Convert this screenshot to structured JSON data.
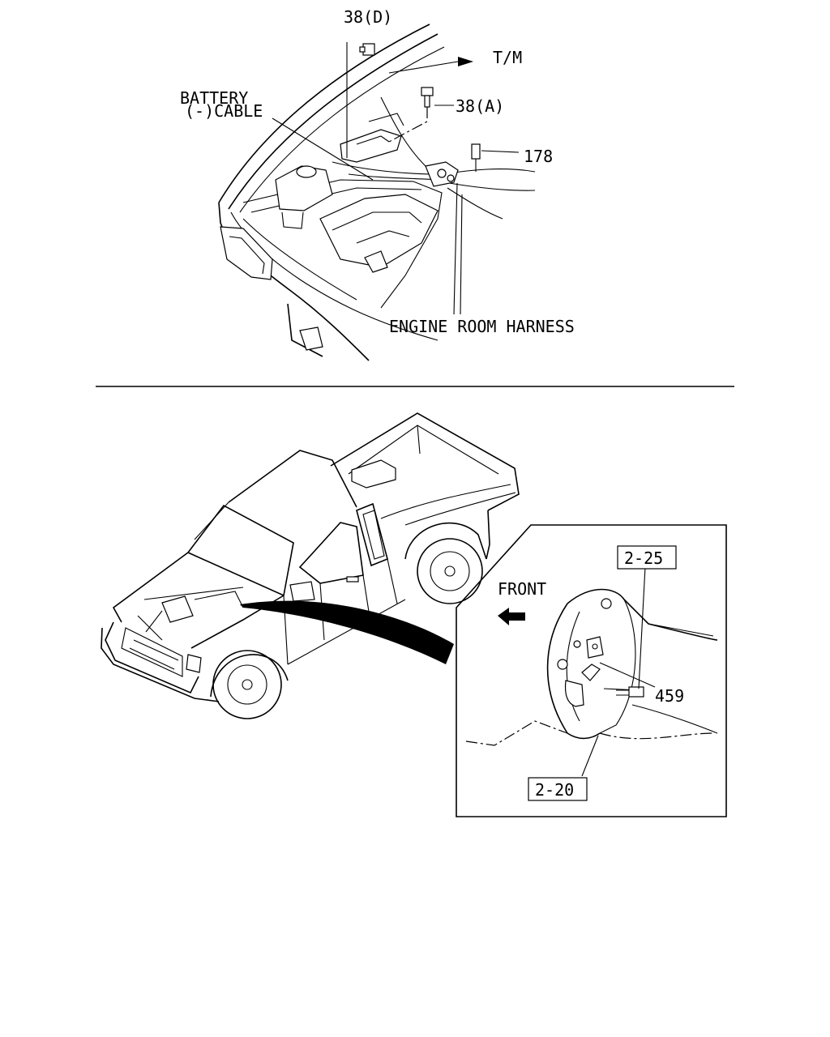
{
  "callouts": {
    "part_38d": "38(D)",
    "transmission": "T/M",
    "part_38a": "38(A)",
    "battery_cable_line1": "BATTERY",
    "battery_cable_line2": "(-)CABLE",
    "part_178": "178",
    "engine_room_harness": "ENGINE ROOM HARNESS",
    "front": "FRONT",
    "part_459": "459",
    "ref_2_25": "2-25",
    "ref_2_20": "2-20"
  },
  "icons": {
    "front_arrow": "front-arrow-icon",
    "bolt": "bolt-icon"
  }
}
